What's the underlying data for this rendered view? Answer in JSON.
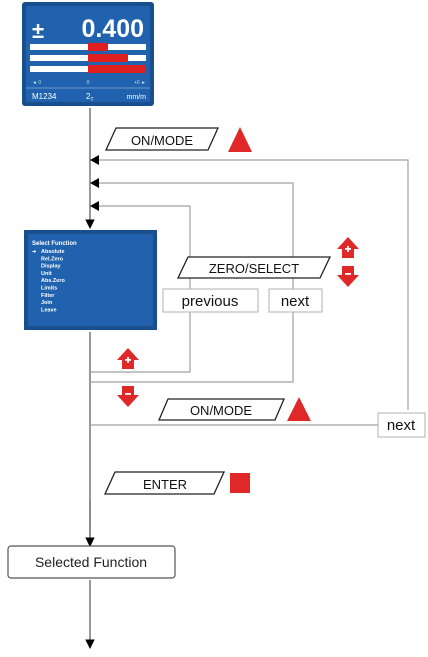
{
  "device_display": {
    "sign": "±",
    "value": "0.400",
    "footer_left": "M1234",
    "footer_mid": "2",
    "footer_mid_sub": "T",
    "footer_right": "mm/m",
    "scale_left": "◄ 0",
    "scale_mid": "0",
    "scale_right": "+0 ►",
    "colors": {
      "screen": "#1f5fa8",
      "bar_white": "#ffffff",
      "bar_red": "#e02020"
    }
  },
  "menu_screen": {
    "title": "Select Function",
    "items": [
      "Absolute",
      "Rel.Zero",
      "Display",
      "Unit",
      "Abs.Zero",
      "Limits",
      "Filter",
      "Join",
      "Leave"
    ],
    "selected_index": 0
  },
  "buttons": {
    "on_mode_top": "ON/MODE",
    "zero_select": "ZERO/SELECT",
    "on_mode_bottom": "ON/MODE",
    "enter": "ENTER"
  },
  "labels": {
    "previous": "previous",
    "next_mid": "next",
    "next_right": "next",
    "selected_function": "Selected Function"
  },
  "icons": {
    "on_mode_top": "triangle-up-icon",
    "zero_select_plus": "arrow-up-plus-icon",
    "zero_select_minus": "arrow-down-minus-icon",
    "previous_plus": "arrow-up-plus-icon",
    "next_minus": "arrow-down-minus-icon",
    "on_mode_bottom": "triangle-up-icon",
    "enter": "square-stop-icon"
  },
  "colors": {
    "red": "#e02828",
    "line": "#a0a0a0",
    "arrow": "#000000"
  }
}
